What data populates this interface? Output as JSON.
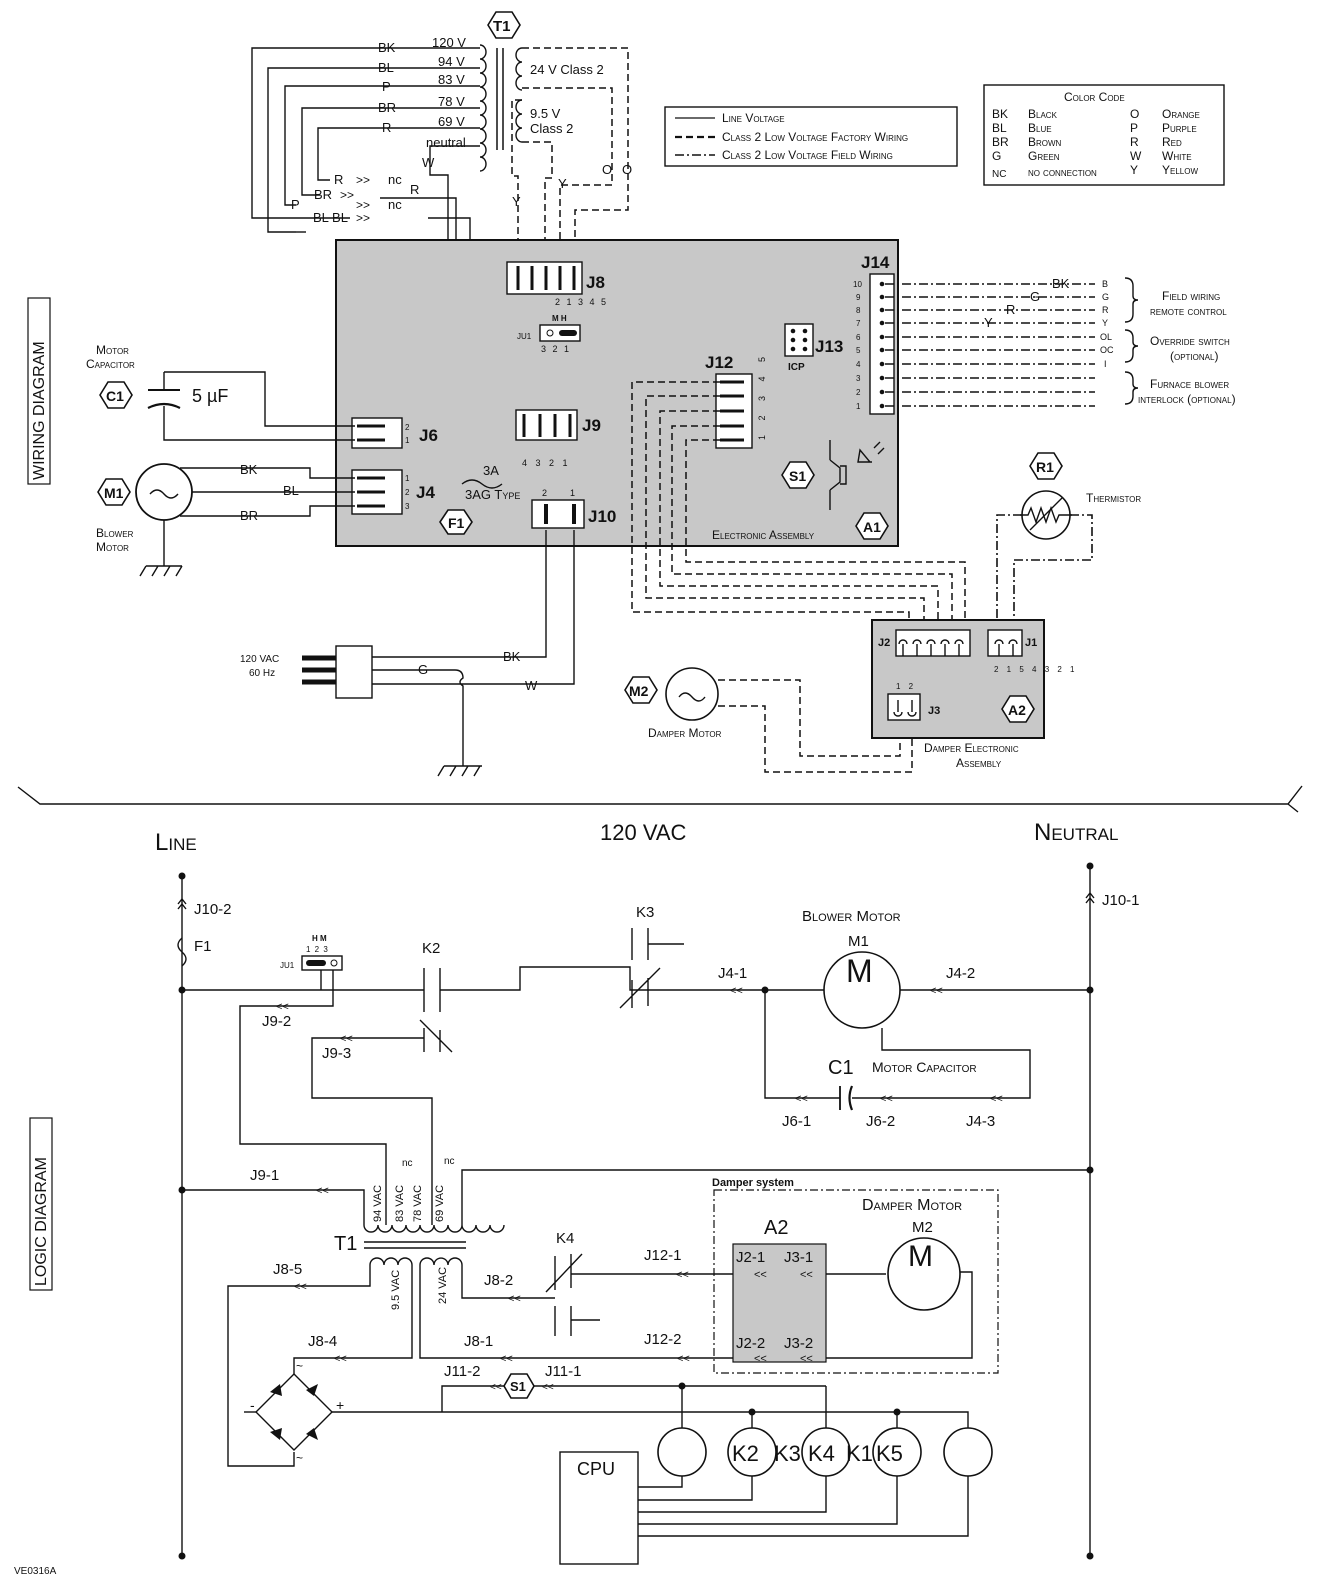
{
  "section_labels": {
    "wiring": "WIRING DIAGRAM",
    "logic": "LOGIC DIAGRAM"
  },
  "transformer": {
    "tag": "T1",
    "taps": [
      {
        "wire": "BK",
        "voltage": "120 V"
      },
      {
        "wire": "BL",
        "voltage": "94 V"
      },
      {
        "wire": "P",
        "voltage": "83 V"
      },
      {
        "wire": "BR",
        "voltage": "78 V"
      },
      {
        "wire": "R",
        "voltage": "69 V"
      }
    ],
    "neutral": "neutral",
    "neutral_wire": "W",
    "secondary_24": "24 V Class 2",
    "secondary_95_a": "9.5 V",
    "secondary_95_b": "Class 2"
  },
  "tap_plugs": [
    {
      "left": "R",
      "right": "nc"
    },
    {
      "left": "BR",
      "right": "R"
    },
    {
      "left": "P",
      "right": "nc"
    },
    {
      "left": "BL BL",
      "right": ""
    }
  ],
  "secondary_wires": {
    "y1": "Y",
    "y2": "Y",
    "o1": "O",
    "o2": "O"
  },
  "legend": {
    "line_voltage": "Line Voltage",
    "factory": "Class 2 Low Voltage Factory Wiring",
    "field": "Class 2 Low Voltage Field Wiring"
  },
  "color_code": {
    "title": "Color Code",
    "entries": [
      {
        "code": "BK",
        "name": "Black"
      },
      {
        "code": "BL",
        "name": "Blue"
      },
      {
        "code": "BR",
        "name": "Brown"
      },
      {
        "code": "G",
        "name": "Green"
      },
      {
        "code": "NC",
        "name": "no connection"
      },
      {
        "code": "O",
        "name": "Orange"
      },
      {
        "code": "P",
        "name": "Purple"
      },
      {
        "code": "R",
        "name": "Red"
      },
      {
        "code": "W",
        "name": "White"
      },
      {
        "code": "Y",
        "name": "Yellow"
      }
    ]
  },
  "board": {
    "j8": "J8",
    "j8_pins": "2 1 3 4 5",
    "ju1": "JU1",
    "ju1_mh": "M H",
    "ju1_pins": "3 2 1",
    "j9": "J9",
    "j9_pins": "4 3 2 1",
    "j6": "J6",
    "j4": "J4",
    "j10": "J10",
    "j12": "J12",
    "j13": "J13",
    "icp": "ICP",
    "j14": "J14",
    "fuse_rating": "3A",
    "fuse_type": "3AG Type",
    "fuse_tag": "F1",
    "s1": "S1",
    "a1": "A1",
    "name": "Electronic Assembly",
    "j14_pins": [
      "10",
      "9",
      "8",
      "7",
      "6",
      "5",
      "4",
      "3",
      "2",
      "1"
    ],
    "j14_terms": [
      "B",
      "G",
      "R",
      "Y",
      "OL",
      "OC",
      "I"
    ]
  },
  "field_wiring": {
    "bk": "BK",
    "g": "G",
    "r": "R",
    "y": "Y",
    "remote_a": "Field wiring",
    "remote_b": "remote control",
    "override_a": "Override switch",
    "override_b": "(optional)",
    "interlock_a": "Furnace blower",
    "interlock_b": "interlock (optional)"
  },
  "capacitor": {
    "label_a": "Motor",
    "label_b": "Capacitor",
    "tag": "C1",
    "value": "5 µF"
  },
  "blower": {
    "tag": "M1",
    "label_a": "Blower",
    "label_b": "Motor",
    "wires": [
      "BK",
      "BL",
      "BR"
    ]
  },
  "power": {
    "volts": "120 VAC",
    "hz": "60 Hz",
    "g": "G",
    "bk": "BK",
    "w": "W"
  },
  "thermistor": {
    "tag": "R1",
    "label": "Thermistor"
  },
  "damper_motor": {
    "tag": "M2",
    "label": "Damper Motor"
  },
  "damper_board": {
    "j2": "J2",
    "j1": "J1",
    "j1_pins": "2 1 5 4 3 2 1",
    "j3": "J3",
    "j3_pins": "1 2",
    "tag": "A2",
    "label_a": "Damper Electronic",
    "label_b": "Assembly"
  },
  "logic": {
    "line": "Line",
    "neutral": "Neutral",
    "supply": "120 VAC",
    "j10_2": "J10-2",
    "j10_1": "J10-1",
    "f1": "F1",
    "ju1": "JU1",
    "ju1_hm": "H M",
    "ju1_pins": "1 2 3",
    "j9_2": "J9-2",
    "j9_3": "J9-3",
    "j9_1": "J9-1",
    "k2": "K2",
    "k3": "K3",
    "k4": "K4",
    "blower_title": "Blower Motor",
    "m1": "M1",
    "m": "M",
    "j4_1": "J4-1",
    "j4_2": "J4-2",
    "j4_3": "J4-3",
    "c1": "C1",
    "motor_capacitor": "Motor Capacitor",
    "j6_1": "J6-1",
    "j6_2": "J6-2",
    "taps": [
      "94 VAC",
      "83 VAC",
      "78 VAC",
      "69 VAC"
    ],
    "nc": "nc",
    "t1": "T1",
    "sec_95": "9.5 VAC",
    "sec_24": "24 VAC",
    "j8_5": "J8-5",
    "j8_4": "J8-4",
    "j8_2": "J8-2",
    "j8_1": "J8-1",
    "j12_1": "J12-1",
    "j12_2": "J12-2",
    "damper_system": "Damper system",
    "a2": "A2",
    "j2_1": "J2-1",
    "j3_1": "J3-1",
    "j2_2": "J2-2",
    "j3_2": "J3-2",
    "damper_motor": "Damper Motor",
    "m2": "M2",
    "j11_2": "J11-2",
    "j11_1": "J11-1",
    "s1": "S1",
    "relays": [
      "K2",
      "K3",
      "K4",
      "K1",
      "K5"
    ],
    "cpu": "CPU",
    "plus": "+",
    "minus": "-",
    "tilde": "~"
  },
  "drawing_id": "VE0316A"
}
